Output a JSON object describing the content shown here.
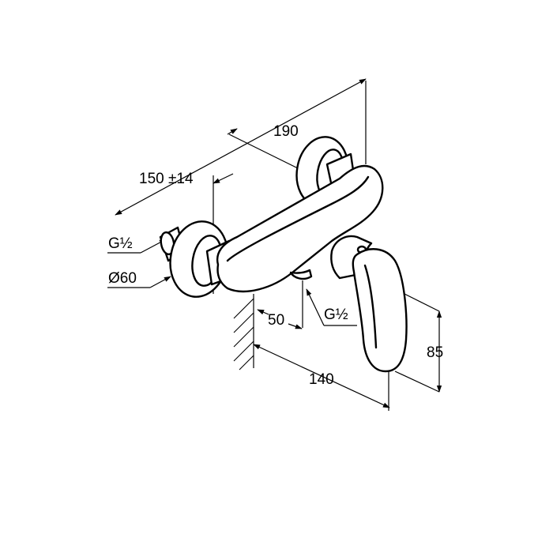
{
  "drawing": {
    "dimensions": {
      "overall_width": "190",
      "center_distance": "150 ±14",
      "thread_inlet": "G½",
      "rosette_diameter": "Ø60",
      "wall_offset": "50",
      "thread_outlet": "G½",
      "projection": "140",
      "height": "85"
    }
  }
}
